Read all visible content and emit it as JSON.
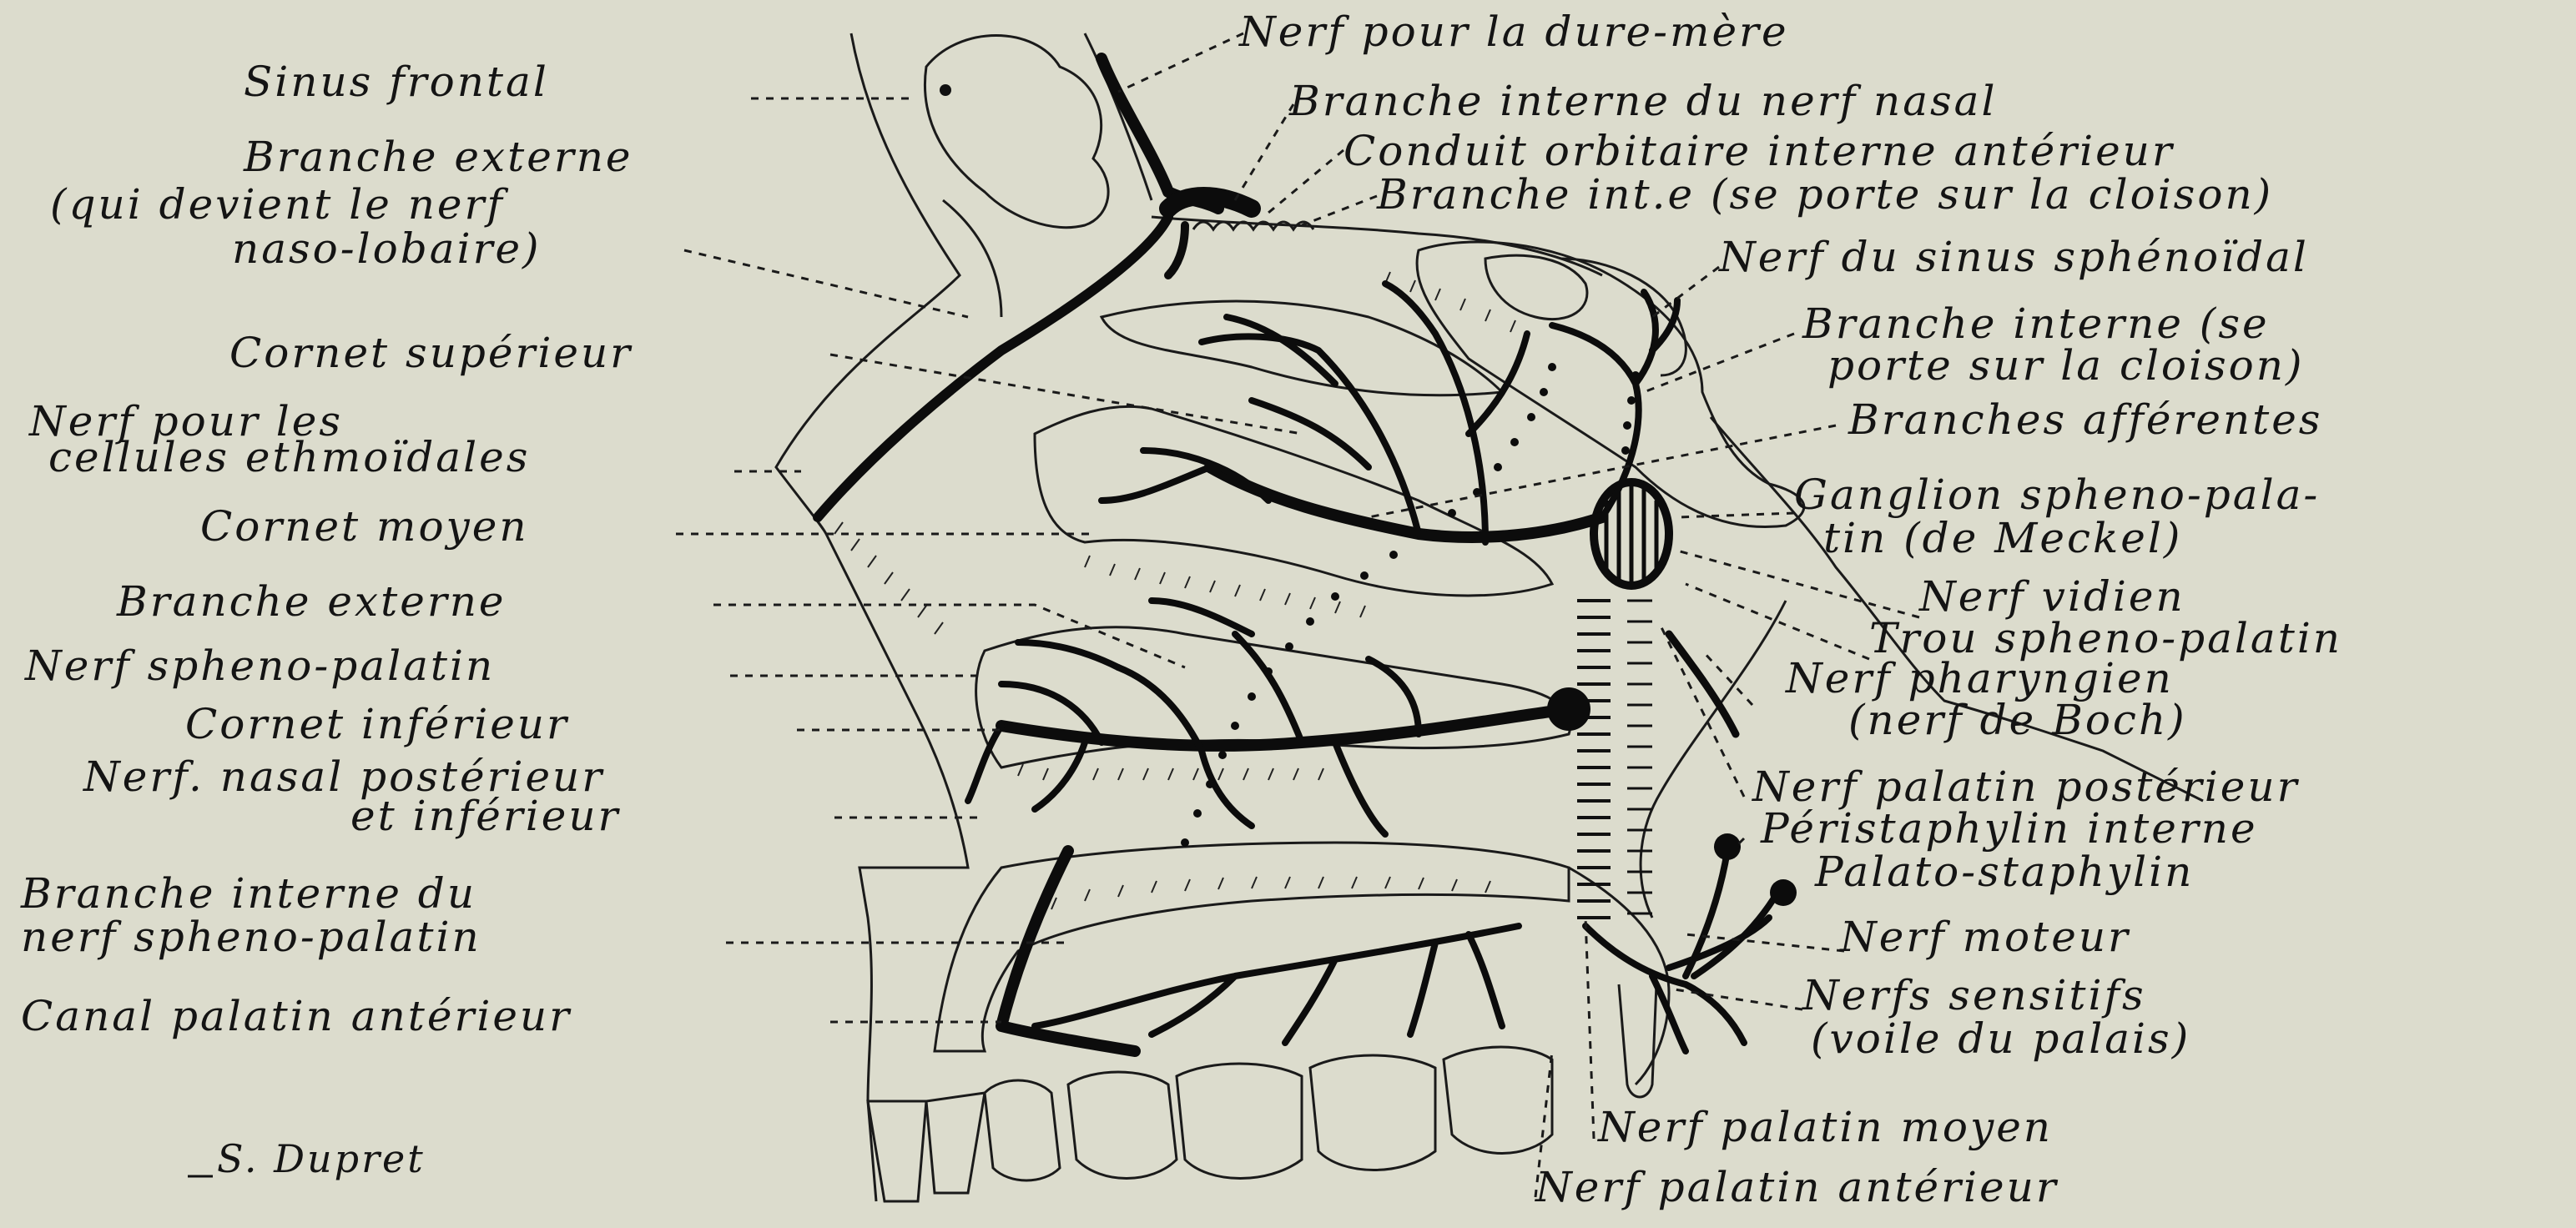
{
  "labels_left": [
    {
      "id": "sinus-frontal",
      "text": "Sinus frontal"
    },
    {
      "id": "branche-externe-1",
      "text": "Branche externe"
    },
    {
      "id": "qui-devient-1",
      "text": "(qui devient le nerf"
    },
    {
      "id": "qui-devient-2",
      "text": "naso-lobaire)"
    },
    {
      "id": "cornet-superieur",
      "text": "Cornet supérieur"
    },
    {
      "id": "nerf-cellules-1",
      "text": "Nerf pour les"
    },
    {
      "id": "nerf-cellules-2",
      "text": "cellules ethmoïdales"
    },
    {
      "id": "cornet-moyen",
      "text": "Cornet moyen"
    },
    {
      "id": "branche-externe-2",
      "text": "Branche externe"
    },
    {
      "id": "nerf-spheno-palatin",
      "text": "Nerf spheno-palatin"
    },
    {
      "id": "cornet-inferieur",
      "text": "Cornet inférieur"
    },
    {
      "id": "nerf-nasal-1",
      "text": "Nerf. nasal postérieur"
    },
    {
      "id": "nerf-nasal-2",
      "text": "et inférieur"
    },
    {
      "id": "branche-interne-sp-1",
      "text": "Branche interne du"
    },
    {
      "id": "branche-interne-sp-2",
      "text": "nerf spheno-palatin"
    },
    {
      "id": "canal-palatin",
      "text": "Canal palatin antérieur"
    }
  ],
  "labels_right": [
    {
      "id": "nerf-dure-mere",
      "text": "Nerf pour la dure-mère"
    },
    {
      "id": "branche-interne-nasal",
      "text": "Branche interne du nerf nasal"
    },
    {
      "id": "conduit-orbitaire",
      "text": "Conduit orbitaire interne antérieur"
    },
    {
      "id": "branche-inte",
      "text": "Branche int.e (se porte sur la cloison)"
    },
    {
      "id": "nerf-sinus-sphenoidal",
      "text": "Nerf du sinus sphénoïdal"
    },
    {
      "id": "branche-interne-se-1",
      "text": "Branche interne (se"
    },
    {
      "id": "branche-interne-se-2",
      "text": "porte sur la cloison)"
    },
    {
      "id": "branches-afferentes",
      "text": "Branches afférentes"
    },
    {
      "id": "ganglion-1",
      "text": "Ganglion spheno-pala-"
    },
    {
      "id": "ganglion-2",
      "text": "tin (de Meckel)"
    },
    {
      "id": "nerf-vidien",
      "text": "Nerf vidien"
    },
    {
      "id": "trou-spheno",
      "text": "Trou spheno-palatin"
    },
    {
      "id": "nerf-pharyngien-1",
      "text": "Nerf pharyngien"
    },
    {
      "id": "nerf-pharyngien-2",
      "text": "(nerf de Boch)"
    },
    {
      "id": "nerf-palatin-post",
      "text": "Nerf palatin postérieur"
    },
    {
      "id": "peristaphylin",
      "text": "Péristaphylin interne"
    },
    {
      "id": "palato-staphylin",
      "text": "Palato-staphylin"
    },
    {
      "id": "nerf-moteur",
      "text": "Nerf moteur"
    },
    {
      "id": "nerfs-sensitifs-1",
      "text": "Nerfs sensitifs"
    },
    {
      "id": "nerfs-sensitifs-2",
      "text": "(voile du palais)"
    },
    {
      "id": "nerf-palatin-moyen",
      "text": "Nerf palatin moyen"
    },
    {
      "id": "nerf-palatin-ant",
      "text": "Nerf palatin antérieur"
    }
  ],
  "signature": "S. Dupret",
  "colors": {
    "paper": "#dcdccd",
    "ink": "#141414"
  }
}
